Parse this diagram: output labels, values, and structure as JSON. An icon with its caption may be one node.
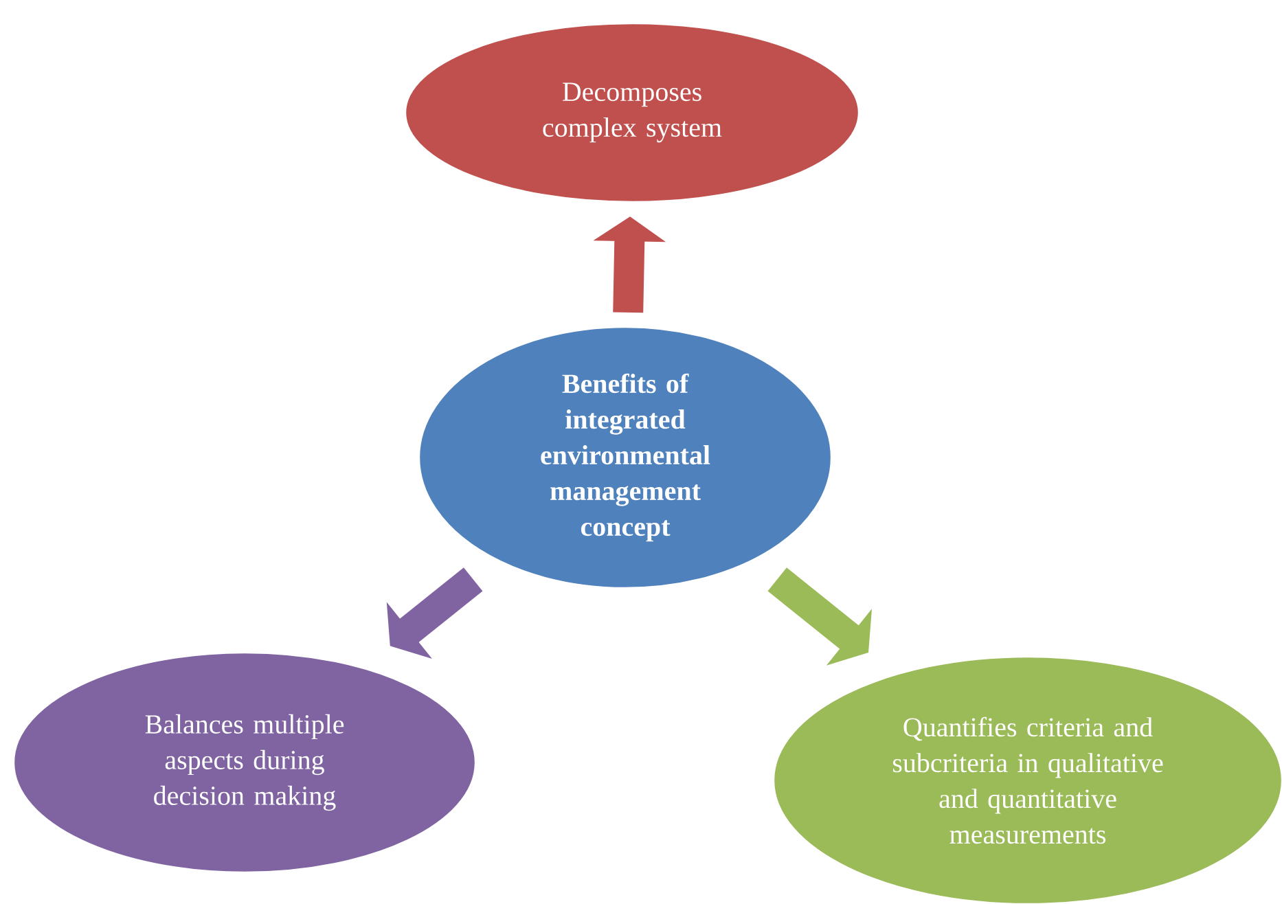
{
  "diagram": {
    "nodes": [
      {
        "text": [
          "Decomposes complex system"
        ]
      },
      {
        "text": [
          "Benefits of integrated environmental management concept"
        ]
      },
      {
        "text": [
          "Balances multiple aspects during decision making"
        ]
      },
      {
        "text": [
          "Quantifies criteria and subcriteria in qualitative and quantitative measurements"
        ]
      }
    ],
    "edges": [
      {
        "from": 1,
        "to": 0,
        "arrow": "to",
        "color": "#c0504d"
      },
      {
        "from": 1,
        "to": 2,
        "arrow": "to",
        "color": "#8064a2"
      },
      {
        "from": 1,
        "to": 3,
        "arrow": "to",
        "color": "#9bbb59"
      }
    ]
  }
}
